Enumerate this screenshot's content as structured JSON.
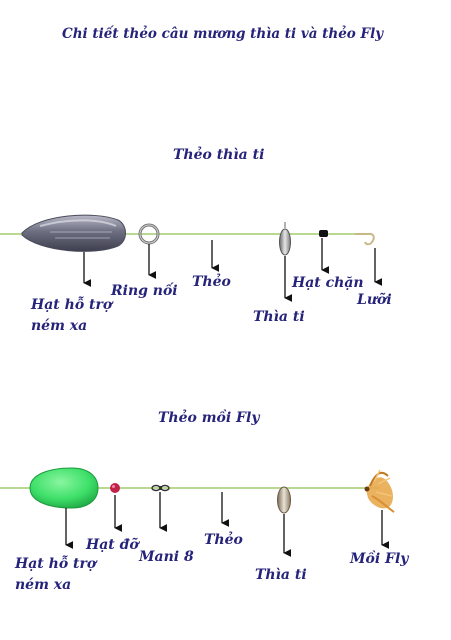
{
  "title": "Chi tiết thẻo câu  mương thìa ti và thẻo Fly",
  "spoon_rig": {
    "heading": "Thẻo thìa ti",
    "labels": {
      "casting_float_line1": "Hạt hỗ trợ",
      "casting_float_line2": "ném xa",
      "ring": "Ring nối",
      "leader": "Thẻo",
      "spoon": "Thìa ti",
      "stopper": "Hạt chặn",
      "hook": "Lưỡi"
    }
  },
  "fly_rig": {
    "heading": "Thẻo mồi Fly",
    "labels": {
      "casting_float_line1": "Hạt hỗ trợ",
      "casting_float_line2": "ném xa",
      "bead": "Hạt đỡ",
      "swivel": "Mani 8",
      "leader": "Thẻo",
      "spoon": "Thìa ti",
      "fly": "Mồi Fly"
    }
  },
  "colors": {
    "text": "#26237a",
    "line": "#b9d890",
    "float_top": "#5e5f70",
    "float_green": "#3fe06a",
    "bead_red": "#c0224a"
  }
}
